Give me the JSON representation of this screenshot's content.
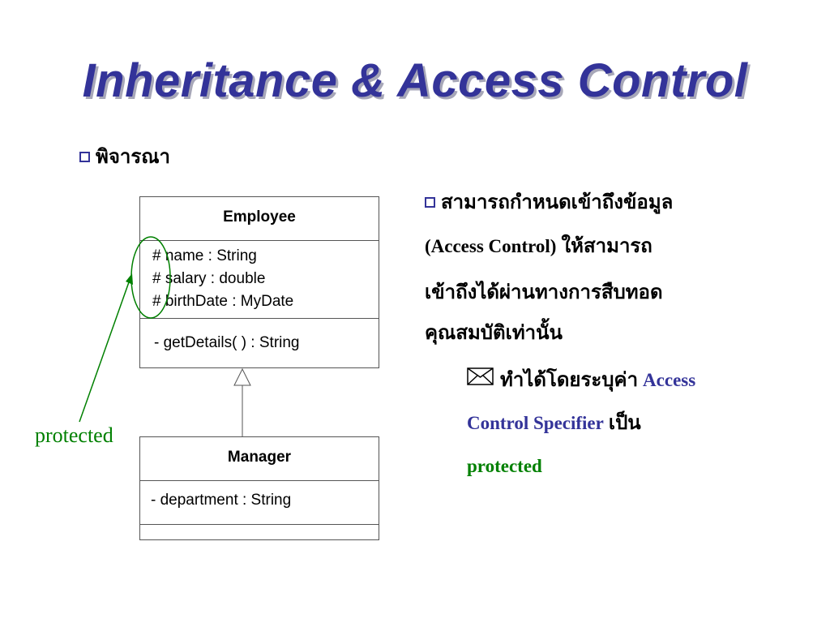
{
  "title": "Inheritance & Access Control",
  "consider_label": "พิจารณา",
  "employee": {
    "name": "Employee",
    "attributes": [
      "# name : String",
      "# salary : double",
      "# birthDate : MyDate"
    ],
    "methods": [
      "- getDetails( ) : String"
    ]
  },
  "manager": {
    "name": "Manager",
    "attributes": [
      "- department : String"
    ]
  },
  "annotation_label": "protected",
  "point": {
    "line1": "สามารถกำหนดเข้าถึงข้อมูล",
    "line2_a": "(Access Control)",
    "line2_b": " ให้สามารถ",
    "line3": "เข้าถึงได้ผ่านทางการสืบทอด",
    "line4": "คุณสมบัติเท่านั้น"
  },
  "sub_point": {
    "text_a": "ทำได้โดยระบุค่า ",
    "text_b": "Access",
    "text_c": "Control Specifier",
    "text_d": " เป็น",
    "text_e": "protected"
  },
  "colors": {
    "title": "#333399",
    "accent_blue": "#333399",
    "protected_green": "#008000"
  },
  "icons": {
    "bullet": "hollow-square",
    "sub_bullet": "envelope"
  }
}
